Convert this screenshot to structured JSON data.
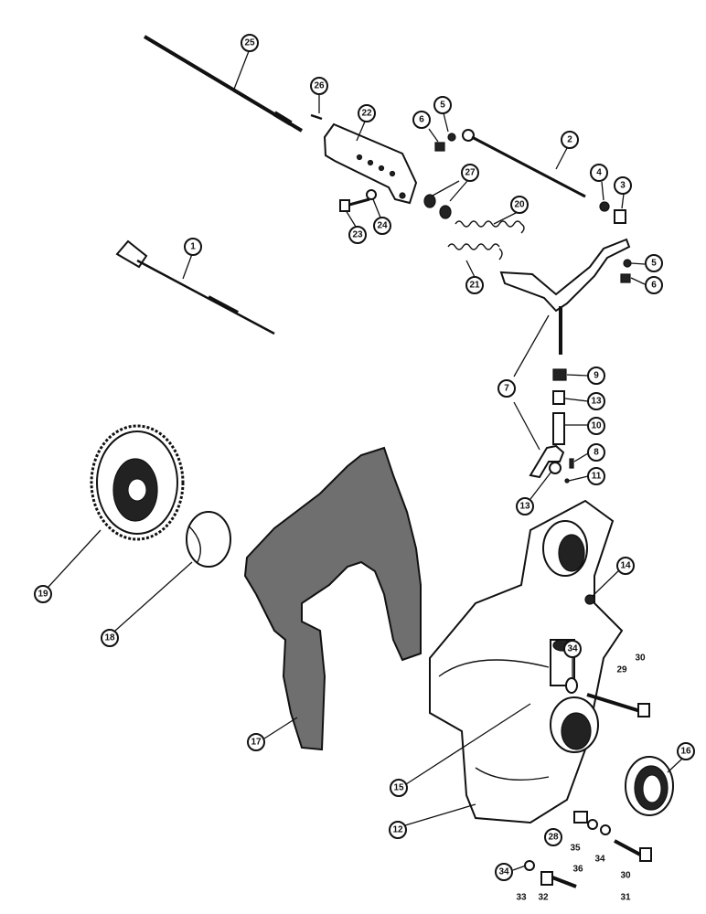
{
  "callouts": {
    "c1": "1",
    "c2": "2",
    "c3": "3",
    "c4": "4",
    "c5a": "5",
    "c5b": "5",
    "c6a": "6",
    "c6b": "6",
    "c7": "7",
    "c8": "8",
    "c9": "9",
    "c10": "10",
    "c11": "11",
    "c12": "12",
    "c13a": "13",
    "c13b": "13",
    "c14": "14",
    "c15": "15",
    "c16": "16",
    "c17": "17",
    "c18": "18",
    "c19": "19",
    "c20": "20",
    "c21": "21",
    "c22": "22",
    "c23": "23",
    "c24": "24",
    "c25": "25",
    "c26": "26",
    "c27": "27",
    "c28": "28",
    "c29": "29",
    "c30a": "30",
    "c30b": "30",
    "c31": "31",
    "c32": "32",
    "c33": "33",
    "c34a": "34",
    "c34b": "34",
    "c34c": "34",
    "c35": "35",
    "c36": "36"
  }
}
